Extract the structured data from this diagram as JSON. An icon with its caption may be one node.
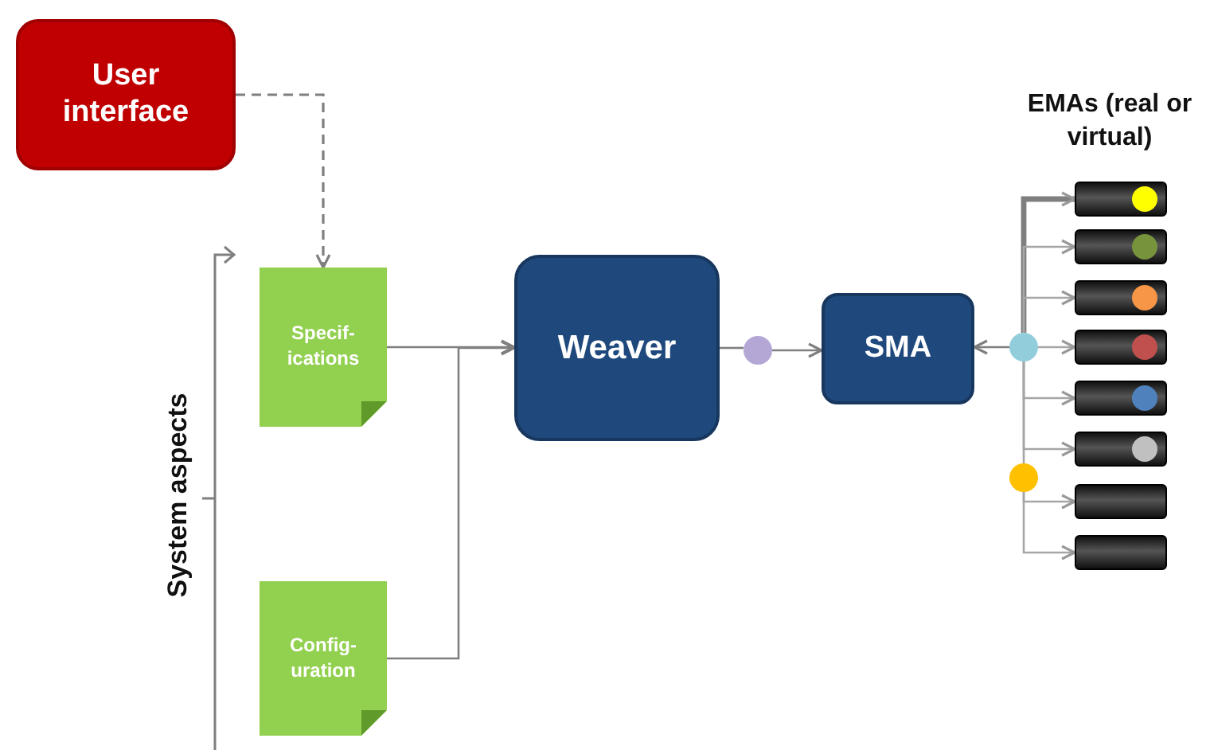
{
  "diagram": {
    "nodes": [
      {
        "text": [
          "User interface"
        ]
      },
      {
        "text": [
          "Specif- ications"
        ]
      },
      {
        "text": [
          "Config- uration"
        ]
      },
      {
        "text": [
          "Weaver"
        ]
      },
      {
        "text": [],
        "shape": "circle"
      },
      {
        "text": [
          "SMA"
        ]
      },
      {
        "text": [],
        "shape": "circle"
      },
      {
        "text": [],
        "shape": "circle"
      },
      {
        "text": [],
        "shape": "bar"
      },
      {
        "text": [],
        "shape": "bar"
      },
      {
        "text": [],
        "shape": "bar"
      },
      {
        "text": [],
        "shape": "bar"
      },
      {
        "text": [],
        "shape": "bar"
      },
      {
        "text": [],
        "shape": "bar"
      },
      {
        "text": [],
        "shape": "bar"
      },
      {
        "text": [],
        "shape": "bar"
      }
    ],
    "edges": [
      {
        "from": 0,
        "to": 1,
        "arrow": "to",
        "style": "dashed"
      },
      {
        "from": 1,
        "to": 3,
        "arrow": "to"
      },
      {
        "from": 2,
        "to": 3,
        "arrow": "to"
      },
      {
        "from": 3,
        "to": 4,
        "arrow": "none"
      },
      {
        "from": 4,
        "to": 5,
        "arrow": "to"
      },
      {
        "from": 6,
        "to": 5,
        "arrow": "to"
      },
      {
        "from": 6,
        "to": 8,
        "arrow": "to",
        "style": "thick"
      },
      {
        "from": 6,
        "to": 9,
        "arrow": "to"
      },
      {
        "from": 6,
        "to": 10,
        "arrow": "to"
      },
      {
        "from": 6,
        "to": 11,
        "arrow": "to"
      },
      {
        "from": 6,
        "to": 12,
        "arrow": "to"
      },
      {
        "from": 6,
        "to": 13,
        "arrow": "to"
      },
      {
        "from": 6,
        "to": 7,
        "arrow": "none"
      },
      {
        "from": 7,
        "to": 14,
        "arrow": "to"
      },
      {
        "from": 7,
        "to": 15,
        "arrow": "to"
      }
    ],
    "labels": [
      "EMAs (real or virtual)",
      "System aspects"
    ]
  }
}
